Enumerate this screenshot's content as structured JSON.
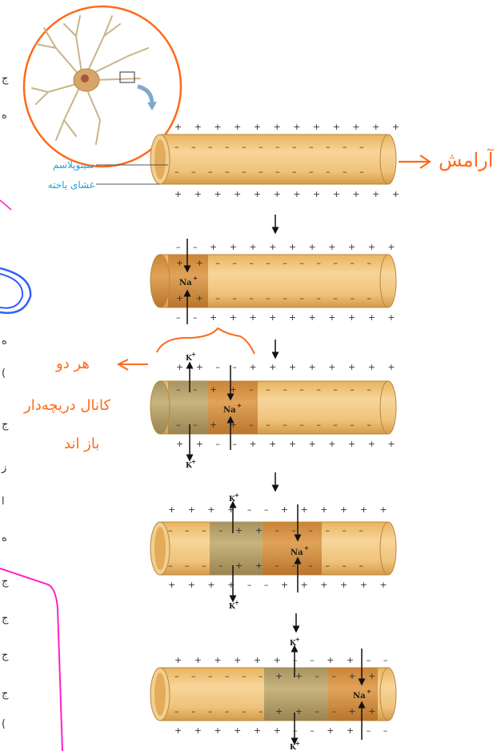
{
  "labels": {
    "cytoplasm": "سیتوپلاسم",
    "membrane": "غشای یاخته",
    "na": "Na",
    "k": "K",
    "plus": "+"
  },
  "handwriting": {
    "rest": "آرامش",
    "both_channels": "هر دو",
    "gated_channels": "کانال دریچه‌دار",
    "open": "باز اند"
  },
  "colors": {
    "axon_base": "#f0c070",
    "axon_dark": "#d9a04c",
    "na_region": "#d99a4a",
    "k_region": "#b9a56a",
    "pen_orange": "#ff6a1a",
    "pen_magenta": "#ff1fc8",
    "pen_blue": "#2f5fff",
    "label_cyan": "#1aa3d9"
  }
}
